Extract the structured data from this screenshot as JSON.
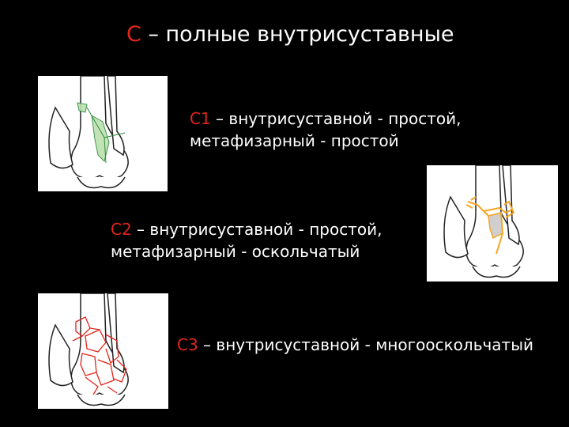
{
  "title": {
    "code": "C",
    "text": " – полные внутрисуставные"
  },
  "items": [
    {
      "code": "C1",
      "line1": " – внутрисуставной - простой,",
      "line2": "метафизарный - простой",
      "accent": "#9bd48a"
    },
    {
      "code": "C2",
      "line1": " – внутрисуставной - простой,",
      "line2": "метафизарный - оскольчатый",
      "accent": "#f5a623"
    },
    {
      "code": "C3",
      "line1": " – внутрисуставной - многооскольчатый",
      "line2": "",
      "accent": "#e0261b"
    }
  ],
  "colors": {
    "background": "#000000",
    "code": "#e0261b",
    "text": "#ffffff"
  }
}
